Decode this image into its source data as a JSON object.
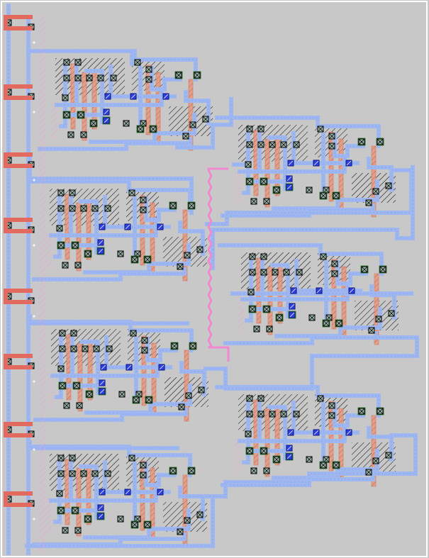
{
  "diagram": {
    "kind": "vlsi-layout",
    "legend": [],
    "layers": {
      "background": "#c8c8c8",
      "frame": "#ffffff",
      "metal1": "#9fb7f0",
      "metal1_edge": "#7f9de4",
      "poly": "#e0786e",
      "poly_pad": "#e26a5e",
      "active_hatch": "#000000",
      "nwell_hatch": "#f2a0d8",
      "pink_route": "#f08ad0",
      "contact_fill": "#9bb3a8",
      "contact_edge": "#000000",
      "via_fill": "#2d3fe0",
      "green_contact": "#58c858"
    },
    "cells": [
      {
        "id": "cell-1",
        "column": "left",
        "row": 1
      },
      {
        "id": "cell-2",
        "column": "left",
        "row": 2
      },
      {
        "id": "cell-3",
        "column": "left",
        "row": 3
      },
      {
        "id": "cell-4",
        "column": "left",
        "row": 4
      },
      {
        "id": "cell-5",
        "column": "right",
        "row": 1
      },
      {
        "id": "cell-6",
        "column": "right",
        "row": 2
      },
      {
        "id": "cell-7",
        "column": "right",
        "row": 3
      }
    ],
    "input_pads": 8
  }
}
